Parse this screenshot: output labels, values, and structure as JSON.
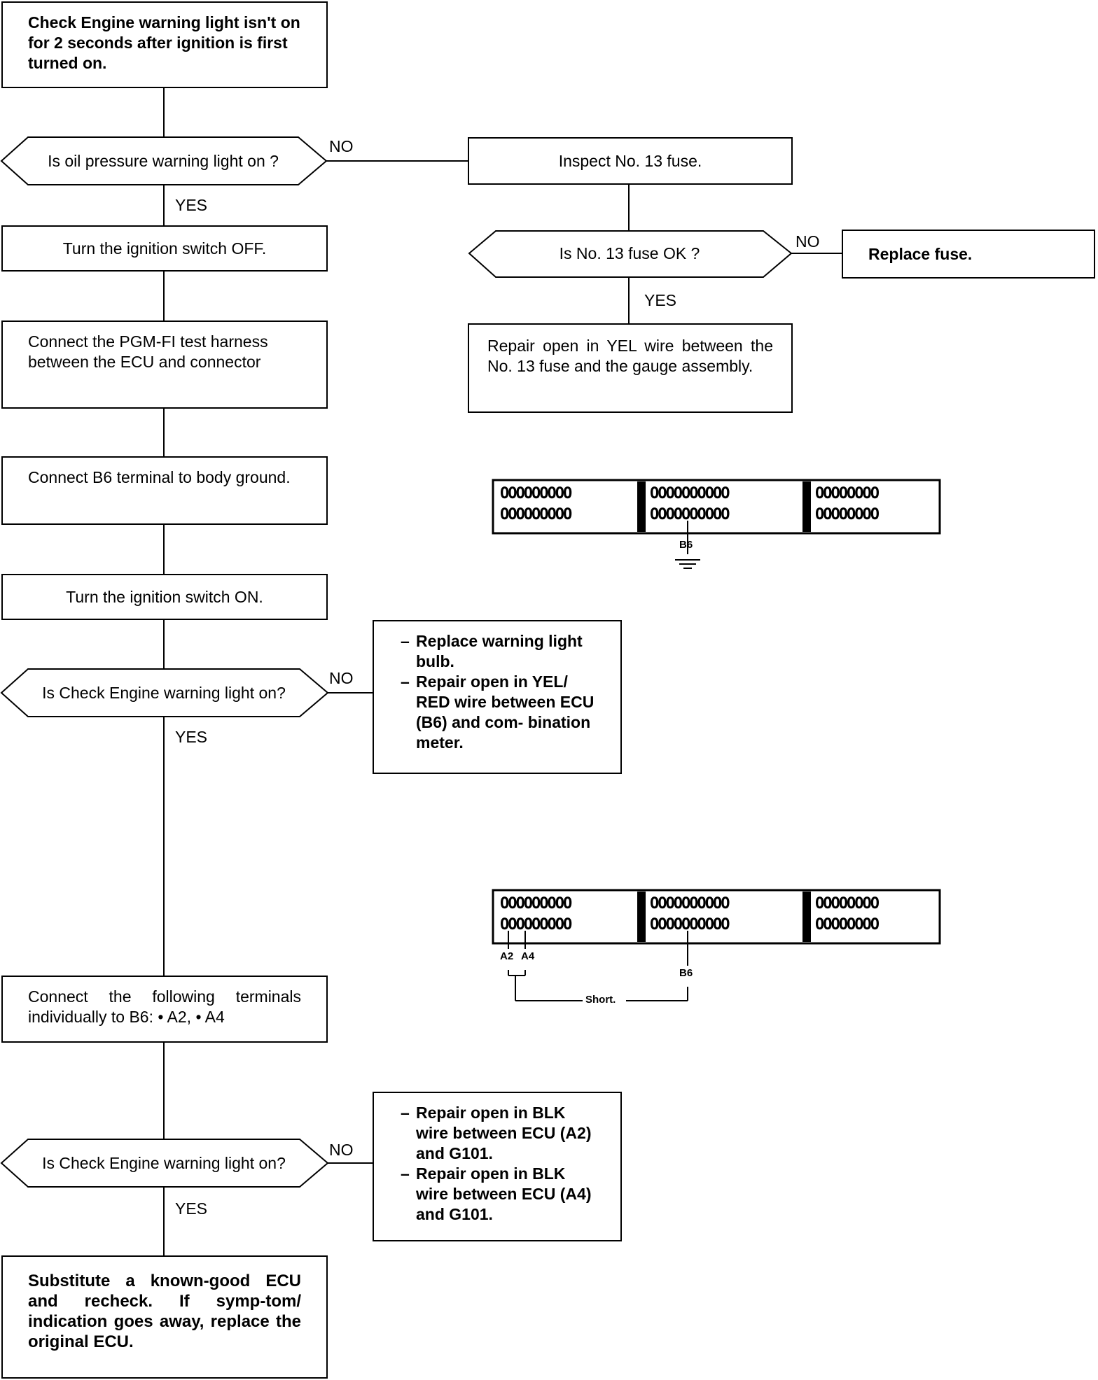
{
  "flow": {
    "start": "Check Engine warning light isn't on for 2 seconds after ignition is first turned on.",
    "q_oil": "Is oil pressure warning light on ?",
    "turn_off": "Turn the ignition switch OFF.",
    "connect_harness": "Connect the PGM-FI test harness between the ECU and connector",
    "connect_b6": "Connect B6 terminal to body ground.",
    "turn_on": "Turn the ignition switch ON.",
    "q_check1": "Is Check Engine warning light on?",
    "connect_terminals": "Connect the following terminals individually to B6: •  A2, •  A4",
    "q_check2": "Is Check Engine warning light on?",
    "substitute": "Substitute a known-good ECU and recheck. If symp-tom/ indication goes away, replace the original ECU.",
    "inspect_fuse": "Inspect No. 13 fuse.",
    "q_fuse": "Is No. 13 fuse OK ?",
    "replace_fuse": "Replace fuse.",
    "repair_yel": "Repair open in YEL wire between the No. 13 fuse and the gauge assembly.",
    "check1_no_items": [
      "Replace warning light bulb.",
      "Repair open in YEL/ RED wire between ECU (B6) and com- bination meter."
    ],
    "check2_no_items": [
      "Repair open in BLK wire between ECU (A2) and G101.",
      "Repair open in BLK wire between ECU (A4) and G101."
    ]
  },
  "labels": {
    "yes": "YES",
    "no": "NO"
  },
  "connector": {
    "row_left": "OOOOOOOOO",
    "row_mid": "OOOOOOOOOO",
    "row_right": "OOOOOOOO",
    "b6": "B6",
    "a2": "A2",
    "a4": "A4",
    "short": "Short."
  }
}
